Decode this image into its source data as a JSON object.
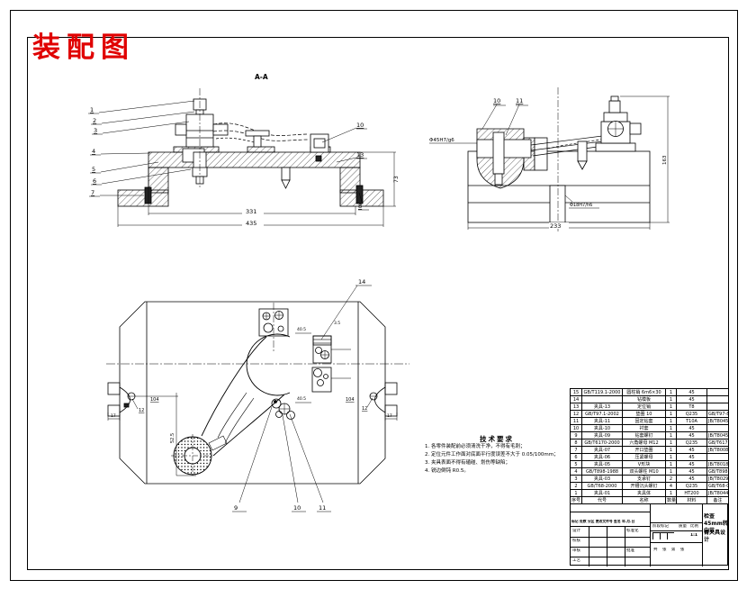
{
  "sheet": {
    "title": "装配图",
    "accent_color": "#e00000"
  },
  "views": {
    "front": {
      "label": "A-A",
      "callouts": {
        "c1": "1",
        "c2": "2",
        "c3": "3",
        "c4": "4",
        "c5": "5",
        "c6": "6",
        "c7": "7",
        "c8": "8",
        "c10": "10",
        "c13": "13"
      },
      "dims": {
        "d331": "331",
        "d435": "435",
        "d73": "73"
      }
    },
    "side": {
      "callouts": {
        "c10": "10",
        "c11": "11"
      },
      "dims": {
        "d233": "233",
        "d163": "163"
      },
      "fits": {
        "boss": "Φ45H7/g6",
        "slot": "Φ18H7/h6"
      }
    },
    "plan": {
      "callouts": {
        "c9": "9",
        "c10": "10",
        "c11": "11",
        "c12L": "12",
        "c12R": "12",
        "c14": "14"
      },
      "dims": {
        "d525": "52.5",
        "d104L": "104",
        "d104R": "104",
        "d17L": "17",
        "d17R": "17",
        "d405a": "40.5",
        "d405b": "40.5",
        "d35": "3.5"
      }
    }
  },
  "notes": {
    "title": "技术要求",
    "items": [
      "1. 各零件装配前必须清洗干净，不得有毛刺；",
      "2. 定位元件工作面对底面平行度误差不大于 0.05/100mm；",
      "3. 夹具表面不得有磕碰、划伤等缺陷；",
      "4. 锐边倒钝 R0.5。"
    ]
  },
  "parts_table": {
    "headers": [
      "序号",
      "代号",
      "名称",
      "数量",
      "材料",
      "备注"
    ],
    "rows": [
      [
        "15",
        "GB/T119.1-2000",
        "圆柱销 6m6×30",
        "1",
        "45",
        ""
      ],
      [
        "14",
        "",
        "钻模板",
        "1",
        "45",
        ""
      ],
      [
        "13",
        "夹具-13",
        "定位销",
        "1",
        "T8",
        ""
      ],
      [
        "12",
        "GB/T97.1-2002",
        "垫圈 10",
        "1",
        "Q235",
        "GB/T97-85"
      ],
      [
        "11",
        "夹具-11",
        "固定钻套",
        "1",
        "T10A",
        "JB/T8045-99"
      ],
      [
        "10",
        "夹具-10",
        "衬套",
        "1",
        "45",
        ""
      ],
      [
        "9",
        "夹具-09",
        "钻套螺钉",
        "1",
        "45",
        "JB/T8045-22"
      ],
      [
        "8",
        "GB/T6170-2000",
        "六角螺母 M12",
        "1",
        "Q235",
        "GB/T6170-86"
      ],
      [
        "7",
        "夹具-07",
        "开口垫圈",
        "1",
        "45",
        "JB/T8008-99"
      ],
      [
        "6",
        "夹具-06",
        "压紧螺母",
        "1",
        "45",
        ""
      ],
      [
        "5",
        "夹具-05",
        "V形块",
        "1",
        "45",
        "JB/T8018-99"
      ],
      [
        "4",
        "GB/T898-1988",
        "双头螺柱 M10",
        "1",
        "45",
        "GB/T898-88"
      ],
      [
        "3",
        "夹具-03",
        "支承钉",
        "2",
        "45",
        "JB/T8029-99"
      ],
      [
        "2",
        "GB/T68-2000",
        "开槽沉头螺钉",
        "4",
        "Q235",
        "GB/T68-00"
      ],
      [
        "1",
        "夹具-01",
        "夹具体",
        "1",
        "HT200",
        "JB/T8044-99"
      ]
    ]
  },
  "title_block": {
    "rev_row": "标记 处数 分区 更改文件号 签名 年.月.日",
    "design": "设计",
    "check": "校核",
    "audit": "审核",
    "process": "工艺",
    "standard": "标准化",
    "approve": "批准",
    "stage": "阶段标记",
    "mass": "质量",
    "scale": "比例",
    "scale_value": "1:1",
    "sheet_info": "共 张  第 张",
    "title_line1": "检查45mm转向节",
    "title_line2": "臂夹具设计"
  }
}
